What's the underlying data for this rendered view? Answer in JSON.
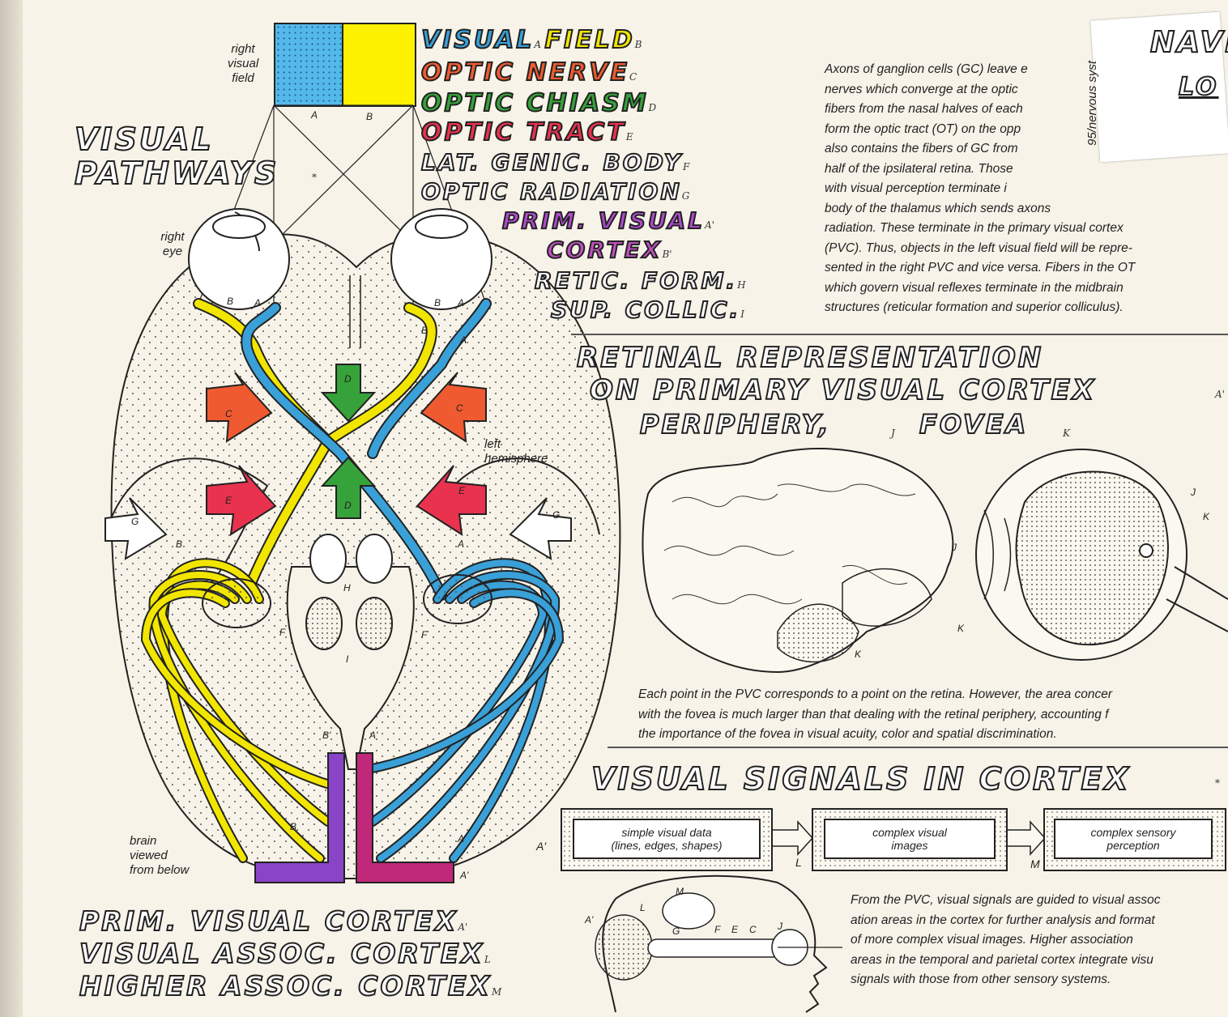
{
  "headings": {
    "visual_pathways": [
      "VISUAL",
      "PATHWAYS"
    ],
    "visual_pathways_sub": "*",
    "retinal_representation": [
      "RETINAL REPRESENTATION",
      "ON PRIMARY VISUAL CORTEX"
    ],
    "retinal_representation_sub": "A'",
    "periphery": "PERIPHERY,",
    "periphery_sub": "J",
    "fovea": "FOVEA",
    "fovea_sub": "K",
    "visual_signals": "VISUAL SIGNALS IN CORTEX",
    "visual_signals_sub": "*",
    "top_right": [
      "NAVE",
      "LO"
    ]
  },
  "legend": [
    {
      "text": "VISUAL",
      "sub": "A",
      "color": "#3aa0d8"
    },
    {
      "text": "FIELD",
      "sub": "B",
      "color": "#f2e600"
    },
    {
      "text": "OPTIC NERVE",
      "sub": "C",
      "color": "#f05a30"
    },
    {
      "text": "OPTIC CHIASM",
      "sub": "D",
      "color": "#36a23a"
    },
    {
      "text": "OPTIC TRACT",
      "sub": "E",
      "color": "#e8324e"
    },
    {
      "text": "LAT. GENIC. BODY",
      "sub": "F",
      "color": "#ffffff"
    },
    {
      "text": "OPTIC RADIATION",
      "sub": "G",
      "color": "#ffffff"
    },
    {
      "text": "PRIM. VISUAL",
      "sub": "A'",
      "color": "#b04ad0"
    },
    {
      "text": "CORTEX",
      "sub": "B'",
      "color": "#c050c0"
    },
    {
      "text": "RETIC. FORM.",
      "sub": "H",
      "color": "#ffffff"
    },
    {
      "text": "SUP. COLLIC.",
      "sub": "I",
      "color": "#ffffff"
    }
  ],
  "bottom_legend": [
    {
      "text": "PRIM. VISUAL CORTEX",
      "sub": "A'"
    },
    {
      "text": "VISUAL ASSOC. CORTEX",
      "sub": "L"
    },
    {
      "text": "HIGHER ASSOC. CORTEX",
      "sub": "M"
    }
  ],
  "paragraphs": {
    "intro": [
      "Axons of ganglion cells (GC) leave e",
      "nerves which converge at the optic",
      "fibers from the nasal halves of each",
      "form the optic tract (OT) on the opp",
      "also contains the fibers of GC from",
      "half of the ipsilateral retina. Those",
      "with visual perception terminate i",
      "body of the thalamus which sends axons",
      "radiation. These terminate in the primary visual cortex",
      "(PVC). Thus, objects in the left visual field will be repre-",
      "sented in the right PVC and vice versa. Fibers in the OT",
      "which govern visual reflexes terminate in the midbrain",
      "structures (reticular formation and superior colliculus)."
    ],
    "retinal": [
      "Each point in the PVC corresponds to a point on the retina. However, the area concer",
      "with the fovea is much larger than that dealing with the retinal periphery, accounting f",
      "the importance of the fovea in visual acuity, color and spatial discrimination."
    ],
    "signals": [
      "From the PVC, visual signals are guided to visual assoc",
      "ation areas in the cortex for further analysis and format",
      "of more complex visual images. Higher association",
      "areas in the temporal and parietal cortex integrate visu",
      "signals with those from other sensory systems."
    ]
  },
  "side_label": "95/nervous syst",
  "diagram_labels": {
    "right_visual_field": [
      "right",
      "visual",
      "field"
    ],
    "right_eye": [
      "right",
      "eye"
    ],
    "left_hemisphere": [
      "left",
      "hemisphere"
    ],
    "brain_viewed": [
      "brain",
      "viewed",
      "from below"
    ]
  },
  "letters": {
    "A": "A",
    "B": "B",
    "C": "C",
    "D": "D",
    "E": "E",
    "F": "F",
    "G": "G",
    "H": "H",
    "I": "I",
    "J": "J",
    "K": "K",
    "L": "L",
    "M": "M",
    "A_prime": "A'",
    "B_prime": "B'"
  },
  "flow": [
    {
      "lines": [
        "simple visual data",
        "(lines, edges, shapes)"
      ],
      "tag": "A'"
    },
    {
      "lines": [
        "complex visual",
        "images"
      ],
      "tag": "L"
    },
    {
      "lines": [
        "complex sensory",
        "perception"
      ],
      "tag": "M"
    }
  ],
  "colors": {
    "blue": "#3aa0d8",
    "yellow": "#f2e600",
    "orange": "#f05a30",
    "green": "#36a23a",
    "red": "#e8324e",
    "purple": "#8a44c8",
    "magenta": "#c0287a"
  }
}
